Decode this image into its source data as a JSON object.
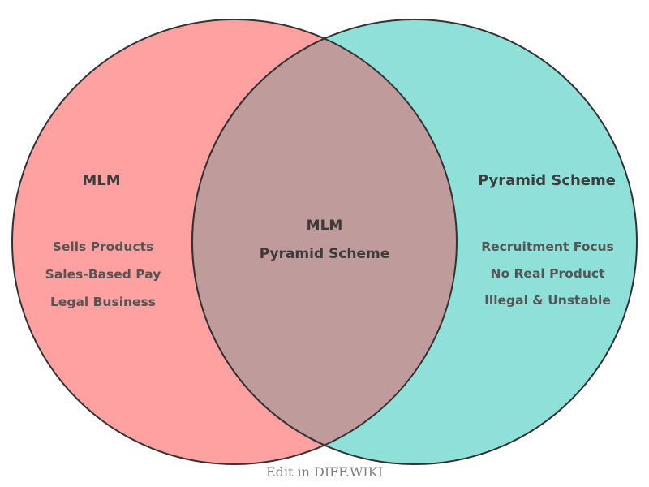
{
  "venn": {
    "stroke_color": "#333333",
    "left": {
      "title": "MLM",
      "fill_color": "#FFA1A1",
      "items": [
        "Sells Products",
        "Sales-Based Pay",
        "Legal Business"
      ]
    },
    "right": {
      "title": "Pyramid Scheme",
      "fill_color": "#8FE0D9",
      "items": [
        "Recruitment Focus",
        "No Real Product",
        "Illegal & Unstable"
      ]
    },
    "overlap": {
      "fill_color": "#C09B9B",
      "line1": "MLM",
      "line2": "Pyramid Scheme"
    }
  },
  "footer": {
    "caption": "Edit in DIFF.WIKI"
  }
}
